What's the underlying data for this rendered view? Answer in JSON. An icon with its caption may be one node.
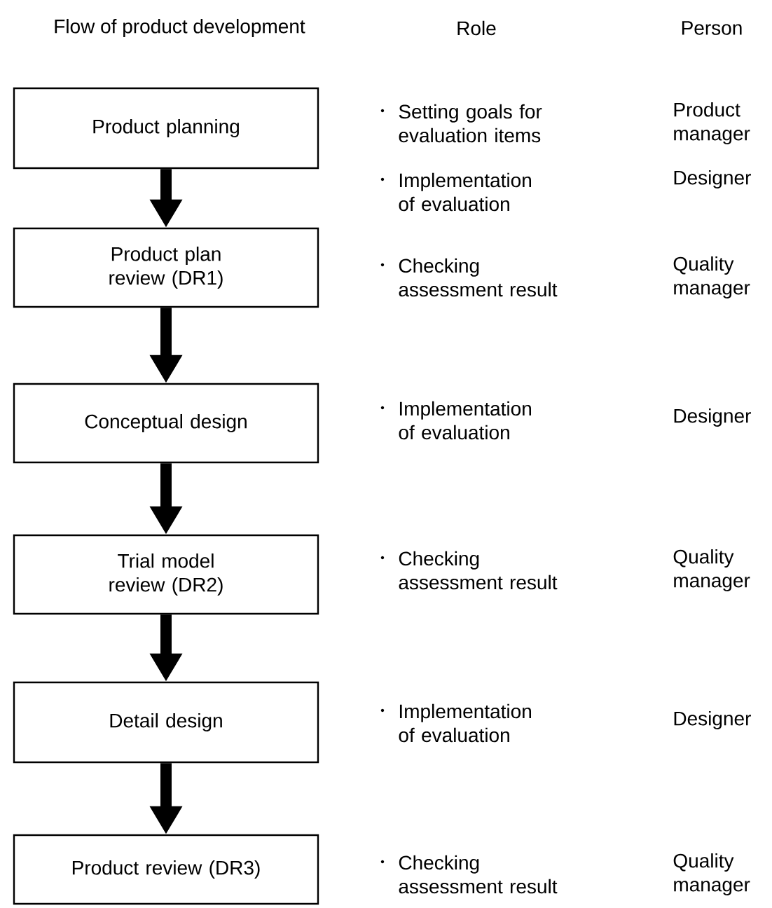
{
  "diagram": {
    "nodes": [
      {
        "text": [
          "Product planning"
        ]
      },
      {
        "text": [
          "Product plan review (DR1)"
        ]
      },
      {
        "text": [
          "Conceptual design"
        ]
      },
      {
        "text": [
          "Trial model review (DR2)"
        ]
      },
      {
        "text": [
          "Detail design"
        ]
      },
      {
        "text": [
          "Product review (DR3)"
        ]
      }
    ],
    "edges": [
      {
        "from": 0,
        "to": 1,
        "arrow": "to"
      },
      {
        "from": 1,
        "to": 2,
        "arrow": "to"
      },
      {
        "from": 2,
        "to": 3,
        "arrow": "to"
      },
      {
        "from": 3,
        "to": 4,
        "arrow": "to"
      },
      {
        "from": 4,
        "to": 5,
        "arrow": "to"
      }
    ],
    "labels": [
      "Flow of product development",
      "Role",
      "Person",
      "Setting goals for evaluation items",
      "Product manager",
      "Implementation of evaluation",
      "Designer",
      "Checking assessment result",
      "Quality manager",
      "Implementation of evaluation",
      "Designer",
      "Checking assessment result",
      "Quality manager",
      "Implementation of evaluation",
      "Designer",
      "Checking assessment result",
      "Quality manager"
    ]
  }
}
